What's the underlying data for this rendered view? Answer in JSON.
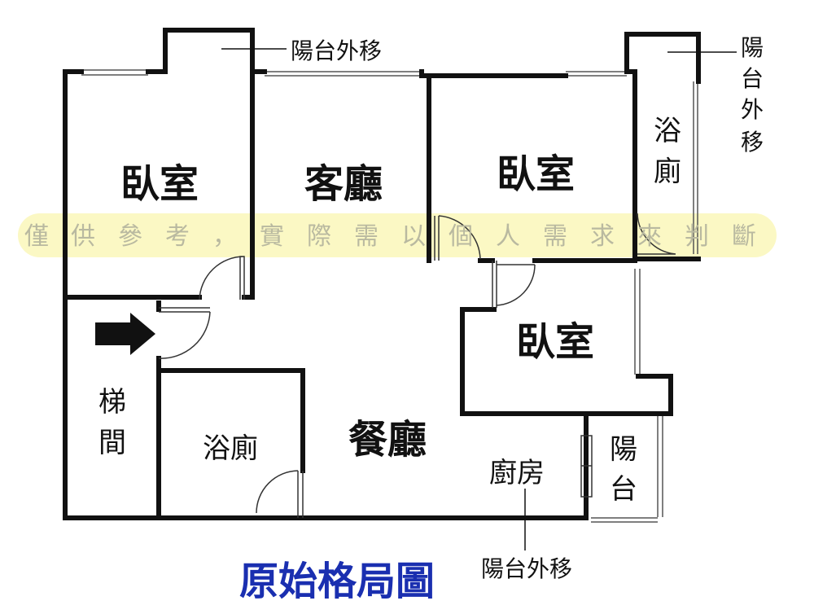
{
  "rooms": {
    "bedroom_nw": "臥室",
    "living_room": "客廳",
    "bedroom_ne": "臥室",
    "bathroom_ne": [
      "浴",
      "廁"
    ],
    "bedroom_e": "臥室",
    "stairwell": [
      "梯",
      "間"
    ],
    "bathroom_sw": "浴廁",
    "dining_room": "餐廳",
    "kitchen": "廚房",
    "balcony_se": [
      "陽",
      "台"
    ]
  },
  "annotations": {
    "balcony_moved_top": "陽台外移",
    "balcony_moved_right": [
      "陽",
      "台",
      "外",
      "移"
    ],
    "balcony_moved_bottom": "陽台外移"
  },
  "watermark": [
    "僅",
    "供",
    "參",
    "考",
    "，",
    "實",
    "際",
    "需",
    "以",
    "個",
    "人",
    "需",
    "求",
    "來",
    "判",
    "斷"
  ],
  "title": "原始格局圖",
  "colors": {
    "title": "#1a2fb0",
    "walls": "#111111",
    "watermark_band": "#fbf8c4"
  },
  "icons": {
    "entrance": "entrance-arrow-icon"
  }
}
